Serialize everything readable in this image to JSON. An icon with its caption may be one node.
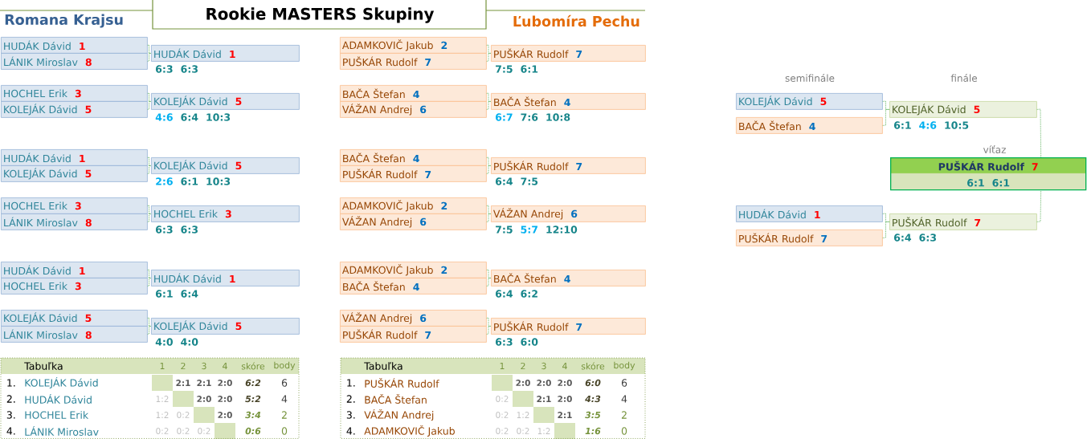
{
  "diagram": {
    "title": "Rookie MASTERS Skupiny",
    "nodes": [
      {
        "text": [
          "HUDÁK Dávid",
          "1"
        ]
      },
      {
        "text": [
          "LÁNIK Miroslav",
          "8"
        ]
      },
      {
        "text": [
          "HUDÁK Dávid",
          "1"
        ],
        "beside": [
          "6:3",
          "6:3"
        ]
      },
      {
        "text": [
          "HOCHEL Erik",
          "3"
        ]
      },
      {
        "text": [
          "KOLEJÁK Dávid",
          "5"
        ]
      },
      {
        "text": [
          "KOLEJÁK Dávid",
          "5"
        ],
        "beside": [
          "4:6",
          "6:4",
          "10:3"
        ]
      },
      {
        "text": [
          "HUDÁK Dávid",
          "1"
        ]
      },
      {
        "text": [
          "KOLEJÁK Dávid",
          "5"
        ]
      },
      {
        "text": [
          "KOLEJÁK Dávid",
          "5"
        ],
        "beside": [
          "2:6",
          "6:1",
          "10:3"
        ]
      },
      {
        "text": [
          "HOCHEL Erik",
          "3"
        ]
      },
      {
        "text": [
          "LÁNIK Miroslav",
          "8"
        ]
      },
      {
        "text": [
          "HOCHEL Erik",
          "3"
        ],
        "beside": [
          "6:3",
          "6:3"
        ]
      },
      {
        "text": [
          "HUDÁK Dávid",
          "1"
        ]
      },
      {
        "text": [
          "HOCHEL Erik",
          "3"
        ]
      },
      {
        "text": [
          "HUDÁK Dávid",
          "1"
        ],
        "beside": [
          "6:1",
          "6:4"
        ]
      },
      {
        "text": [
          "KOLEJÁK Dávid",
          "5"
        ]
      },
      {
        "text": [
          "LÁNIK Miroslav",
          "8"
        ]
      },
      {
        "text": [
          "KOLEJÁK Dávid",
          "5"
        ],
        "beside": [
          "4:0",
          "4:0"
        ]
      },
      {
        "text": [
          "ADAMKOVIČ Jakub",
          "2"
        ]
      },
      {
        "text": [
          "PUŠKÁR Rudolf",
          "7"
        ]
      },
      {
        "text": [
          "PUŠKÁR Rudolf",
          "7"
        ],
        "beside": [
          "7:5",
          "6:1"
        ]
      },
      {
        "text": [
          "BAČA Štefan",
          "4"
        ]
      },
      {
        "text": [
          "VÁŽAN Andrej",
          "6"
        ]
      },
      {
        "text": [
          "BAČA Štefan",
          "4"
        ],
        "beside": [
          "6:7",
          "7:6",
          "10:8"
        ]
      },
      {
        "text": [
          "BAČA Štefan",
          "4"
        ]
      },
      {
        "text": [
          "PUŠKÁR Rudolf",
          "7"
        ]
      },
      {
        "text": [
          "PUŠKÁR Rudolf",
          "7"
        ],
        "beside": [
          "6:4",
          "7:5"
        ]
      },
      {
        "text": [
          "ADAMKOVIČ Jakub",
          "2"
        ]
      },
      {
        "text": [
          "VÁŽAN Andrej",
          "6"
        ]
      },
      {
        "text": [
          "VÁŽAN Andrej",
          "6"
        ],
        "beside": [
          "7:5",
          "5:7",
          "12:10"
        ]
      },
      {
        "text": [
          "ADAMKOVIČ Jakub",
          "2"
        ]
      },
      {
        "text": [
          "BAČA Štefan",
          "4"
        ]
      },
      {
        "text": [
          "BAČA Štefan",
          "4"
        ],
        "beside": [
          "6:4",
          "6:2"
        ]
      },
      {
        "text": [
          "VÁŽAN Andrej",
          "6"
        ]
      },
      {
        "text": [
          "PUŠKÁR Rudolf",
          "7"
        ]
      },
      {
        "text": [
          "PUŠKÁR Rudolf",
          "7"
        ],
        "beside": [
          "6:3",
          "6:0"
        ]
      },
      {
        "text": [
          "KOLEJÁK Dávid",
          "5"
        ]
      },
      {
        "text": [
          "BAČA Štefan",
          "4"
        ]
      },
      {
        "text": [
          "KOLEJÁK Dávid",
          "5"
        ],
        "beside": [
          "6:1",
          "4:6",
          "10:5"
        ]
      },
      {
        "text": [
          "PUŠKÁR Rudolf",
          "7",
          "6:1",
          "6:1"
        ]
      },
      {
        "text": [
          "HUDÁK Dávid",
          "1"
        ]
      },
      {
        "text": [
          "PUŠKÁR Rudolf",
          "7"
        ]
      },
      {
        "text": [
          "PUŠKÁR Rudolf",
          "7"
        ],
        "beside": [
          "6:4",
          "6:3"
        ]
      }
    ],
    "edges": [
      {
        "from": 0,
        "to": 2,
        "arrow": "none"
      },
      {
        "from": 1,
        "to": 2,
        "arrow": "none"
      },
      {
        "from": 3,
        "to": 5,
        "arrow": "none"
      },
      {
        "from": 4,
        "to": 5,
        "arrow": "none"
      },
      {
        "from": 6,
        "to": 8,
        "arrow": "none"
      },
      {
        "from": 7,
        "to": 8,
        "arrow": "none"
      },
      {
        "from": 9,
        "to": 11,
        "arrow": "none"
      },
      {
        "from": 10,
        "to": 11,
        "arrow": "none"
      },
      {
        "from": 12,
        "to": 14,
        "arrow": "none"
      },
      {
        "from": 13,
        "to": 14,
        "arrow": "none"
      },
      {
        "from": 15,
        "to": 17,
        "arrow": "none"
      },
      {
        "from": 16,
        "to": 17,
        "arrow": "none"
      },
      {
        "from": 18,
        "to": 20,
        "arrow": "none"
      },
      {
        "from": 19,
        "to": 20,
        "arrow": "none"
      },
      {
        "from": 21,
        "to": 23,
        "arrow": "none"
      },
      {
        "from": 22,
        "to": 23,
        "arrow": "none"
      },
      {
        "from": 24,
        "to": 26,
        "arrow": "none"
      },
      {
        "from": 25,
        "to": 26,
        "arrow": "none"
      },
      {
        "from": 27,
        "to": 29,
        "arrow": "none"
      },
      {
        "from": 28,
        "to": 29,
        "arrow": "none"
      },
      {
        "from": 30,
        "to": 32,
        "arrow": "none"
      },
      {
        "from": 31,
        "to": 32,
        "arrow": "none"
      },
      {
        "from": 33,
        "to": 35,
        "arrow": "none"
      },
      {
        "from": 34,
        "to": 35,
        "arrow": "none"
      },
      {
        "from": 36,
        "to": 38,
        "arrow": "none"
      },
      {
        "from": 37,
        "to": 38,
        "arrow": "none"
      },
      {
        "from": 40,
        "to": 42,
        "arrow": "none"
      },
      {
        "from": 41,
        "to": 42,
        "arrow": "none"
      },
      {
        "from": 38,
        "to": 39,
        "arrow": "none"
      },
      {
        "from": 42,
        "to": 39,
        "arrow": "none"
      }
    ],
    "labels": [
      "Romana Krajsu",
      "Ľubomíra Pechu",
      "semifinále",
      "finále",
      "víťaz",
      "Tabuľka",
      "1",
      "2",
      "3",
      "4",
      "skóre",
      "body",
      "1.",
      "KOLEJÁK Dávid",
      "2:1",
      "2:1",
      "2:0",
      "6:2",
      "6",
      "2.",
      "HUDÁK Dávid",
      "1:2",
      "2:0",
      "2:0",
      "5:2",
      "4",
      "3.",
      "HOCHEL Erik",
      "1:2",
      "0:2",
      "2:0",
      "3:4",
      "2",
      "4.",
      "LÁNIK Miroslav",
      "0:2",
      "0:2",
      "0:2",
      "0:6",
      "0",
      "Tabuľka",
      "1",
      "2",
      "3",
      "4",
      "skóre",
      "body",
      "1.",
      "PUŠKÁR Rudolf",
      "2:0",
      "2:0",
      "2:0",
      "6:0",
      "6",
      "2.",
      "BAČA Štefan",
      "0:2",
      "2:1",
      "2:0",
      "4:3",
      "4",
      "3.",
      "VÁŽAN Andrej",
      "0:2",
      "1:2",
      "2:1",
      "3:5",
      "2",
      "4.",
      "ADAMKOVIČ Jakub",
      "0:2",
      "0:2",
      "1:2",
      "1:6",
      "0"
    ]
  }
}
